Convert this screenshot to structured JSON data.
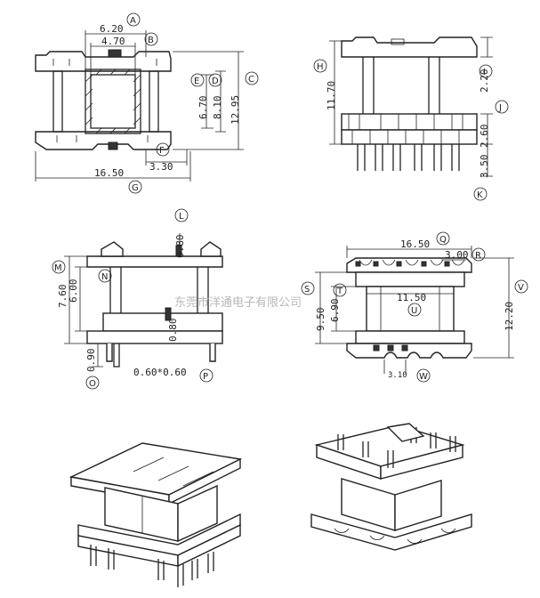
{
  "watermark": "东莞市洋通电子有限公司",
  "top_view": {
    "dims": [
      "6.20",
      "4.70",
      "6.70",
      "8.10",
      "12.95",
      "3.30",
      "16.50"
    ],
    "callouts": [
      "A",
      "B",
      "C",
      "D",
      "E",
      "F",
      "G"
    ]
  },
  "side_view": {
    "dims": [
      "11.70",
      "2.20",
      "2.60",
      "3.50"
    ],
    "callouts": [
      "H",
      "I",
      "J",
      "K"
    ]
  },
  "pin_view": {
    "dims": [
      "0.80",
      "7.60",
      "6.00",
      "0.80",
      "0.90",
      "0.60*0.60"
    ],
    "callouts": [
      "L",
      "M",
      "N",
      "O",
      "P"
    ]
  },
  "front_view": {
    "dims": [
      "16.50",
      "3.00",
      "9.50",
      "6.90",
      "11.50",
      "12.20",
      "3.10"
    ],
    "callouts": [
      "Q",
      "R",
      "S",
      "T",
      "U",
      "V",
      "W"
    ]
  }
}
